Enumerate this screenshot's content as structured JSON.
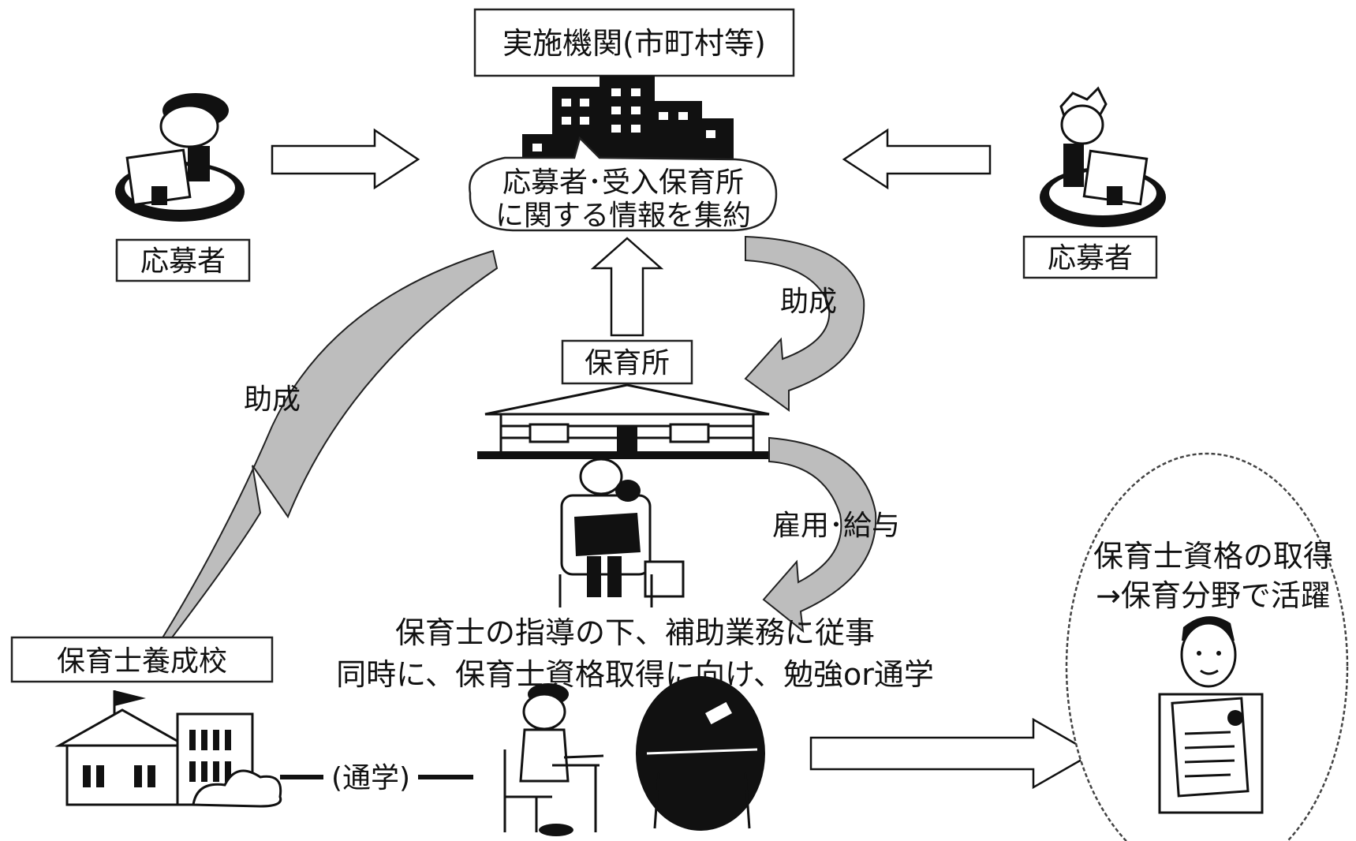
{
  "nodes": {
    "agency": "実施機関(市町村等)",
    "collect_line1": "応募者･受入保育所",
    "collect_line2": "に関する情報を集約",
    "applicant_left": "応募者",
    "applicant_right": "応募者",
    "nursery": "保育所",
    "school": "保育士養成校",
    "result_line1": "保育士資格の取得",
    "result_line2": "→保育分野で活躍"
  },
  "edges": {
    "subsidy_left": "助成",
    "subsidy_right": "助成",
    "employment": "雇用･給与",
    "commute": "(通学)"
  },
  "description": {
    "line1": "保育士の指導の下、補助業務に従事",
    "line2": "同時に、保育士資格取得に向け、勉強or通学"
  },
  "colors": {
    "ink": "#111111",
    "swoosh_fill": "#bdbdbd",
    "background": "#ffffff"
  }
}
